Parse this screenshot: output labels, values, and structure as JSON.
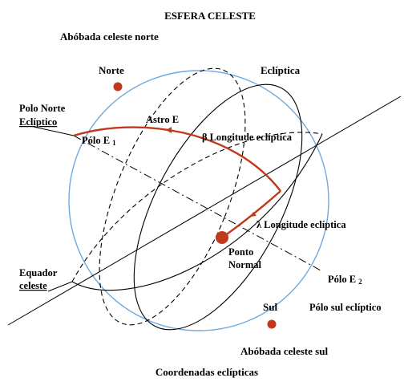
{
  "title": "ESFERA CELESTE",
  "caption": "Coordenadas eclípticas",
  "labels": {
    "north_vault": "Abóbada celeste norte",
    "south_vault": "Abóbada celeste sul",
    "north": "Norte",
    "south": "Sul",
    "ecliptic": "Eclíptica",
    "north_ecliptic_pole_line1": "Polo Norte",
    "north_ecliptic_pole_line2": "Eclíptico",
    "pole_e1": "Pólo E",
    "pole_e1_sub": "1",
    "star": "Astro E",
    "beta": "β",
    "longitude_1": "Longitude eclíptica",
    "lambda": "λ",
    "longitude_2": "Longitude eclíptica",
    "ponto_line1": "Ponto",
    "ponto_line2": "Normal",
    "equator_line1": "Equador",
    "equator_line2": "celeste",
    "pole_e2": "Pólo E",
    "pole_e2_sub": "2",
    "south_ecliptic_pole": "Pólo sul eclíptico"
  },
  "colors": {
    "sphere": "#6fa8dc",
    "arc": "#c0391b",
    "point": "#c0391b",
    "line": "#000000"
  }
}
